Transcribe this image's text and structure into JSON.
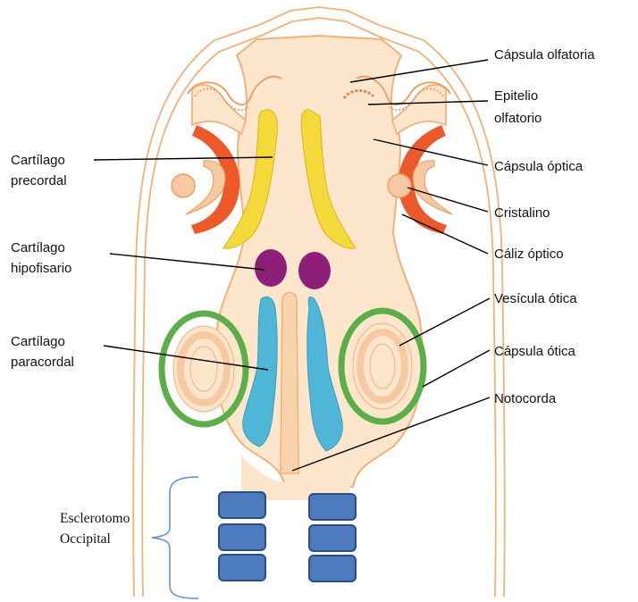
{
  "labels_right": {
    "capsula_olfatoria": "Cápsula olfatoria",
    "epitelio_olfatorio": [
      "Epitelio",
      "olfatorio"
    ],
    "capsula_optica": "Cápsula óptica",
    "cristalino": "Cristalino",
    "caliz_optico": "Cáliz óptico",
    "vesicula_otica": "Vesícula ótica",
    "capsula_otica": "Cápsula ótica",
    "notocorda": "Notocorda"
  },
  "labels_left": {
    "cartilago_precordal": [
      "Cartílago",
      "precordal"
    ],
    "cartilago_hipofisario": [
      "Cartílago",
      "hipofisario"
    ],
    "cartilago_paracordal": [
      "Cartílago",
      "paracordal"
    ],
    "esclerotomo_occipital": [
      "Esclerotomo",
      "Occipital"
    ]
  },
  "colors": {
    "tissue_fill": "#fde6cc",
    "tissue_outline": "#f0b27a",
    "precordal_yellow": "#f5d93a",
    "optic_capsule_red": "#ec5a2c",
    "hypophyseal_purple": "#8e1f79",
    "paracordal_blue": "#4fb6d8",
    "otic_capsule_green": "#5cae48",
    "sclerotome_blue": "#4e7bbd",
    "sclerotome_outline": "#2a4f86",
    "bracket": "#5b8fc7"
  }
}
